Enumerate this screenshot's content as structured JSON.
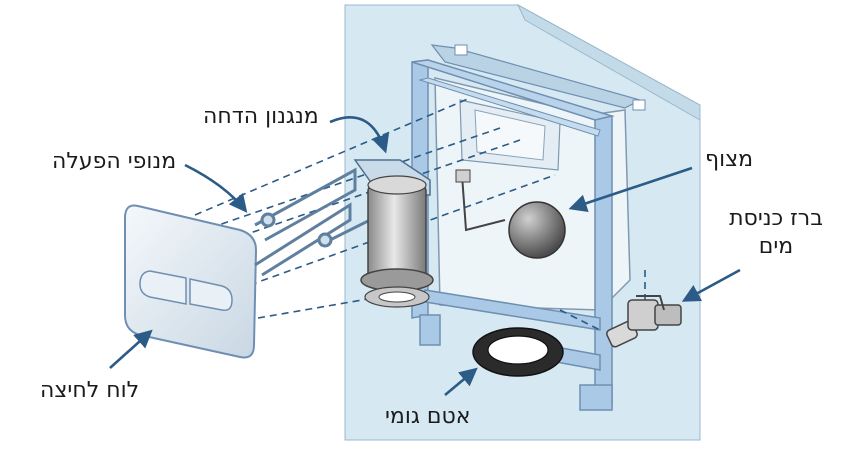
{
  "labels": {
    "flush_mechanism": "מנגנון הדחה",
    "actuators": "מנופי הפעלה",
    "float": "מצוף",
    "inlet_valve_line1": "ברז כניסת",
    "inlet_valve_line2": "מים",
    "push_plate": "לוח לחיצה",
    "rubber_seal": "אטם גומי"
  },
  "colors": {
    "wall": "#d6e9f2",
    "frame": "#a9c9e6",
    "frame_dark": "#6f8fb2",
    "arrow": "#2b5b86",
    "guide": "#2b5b86"
  }
}
